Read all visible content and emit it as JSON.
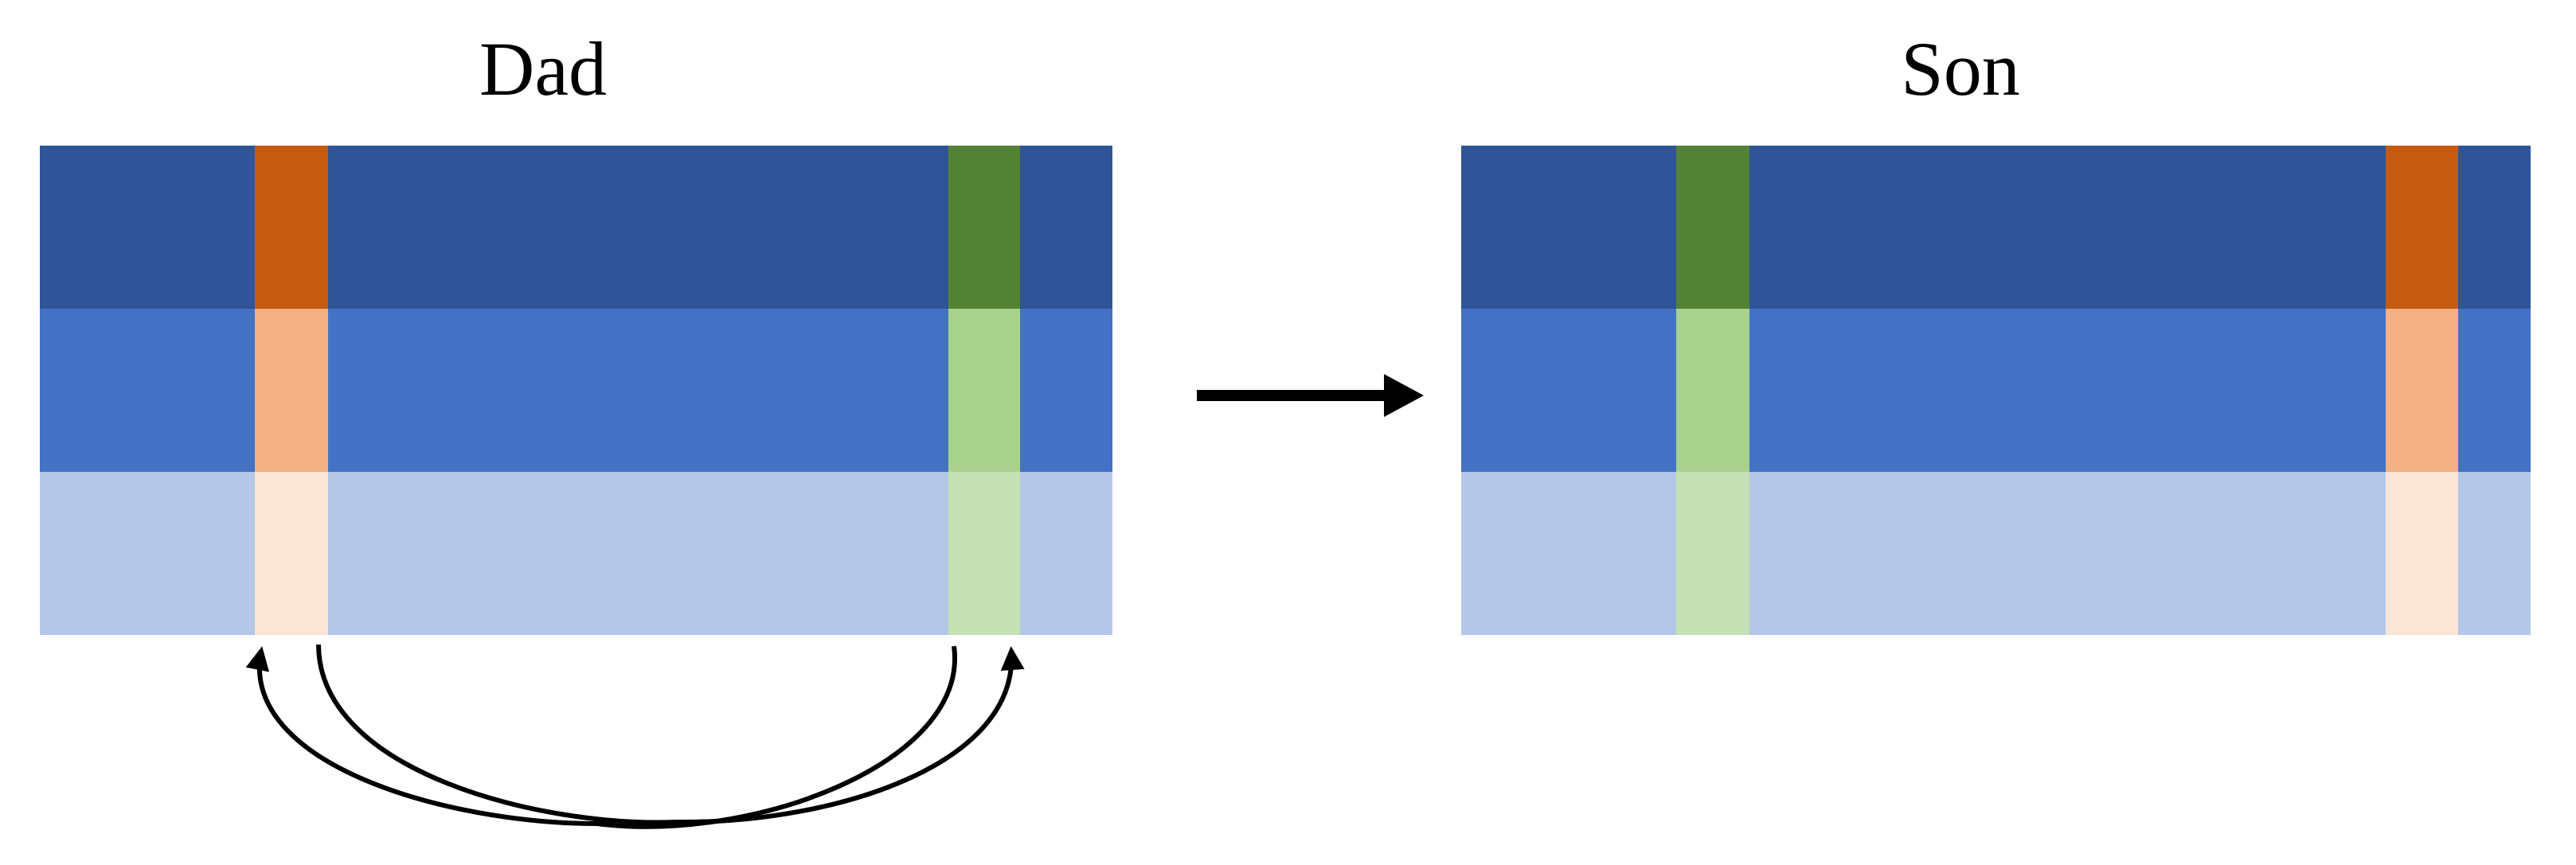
{
  "diagram": {
    "dad_label": "Dad",
    "son_label": "Son",
    "colors": {
      "blue_dark": "#2F5597",
      "blue_mid": "#4472C4",
      "blue_light": "#B4C7E7",
      "orange_dark": "#C55A11",
      "orange_mid": "#F4B183",
      "orange_light": "#FBE5D6",
      "green_dark": "#548235",
      "green_mid": "#A9D18E",
      "green_light": "#C5E0B4",
      "arrow": "#000000"
    },
    "dad_columns": [
      "orange",
      "green"
    ],
    "son_columns": [
      "green",
      "orange"
    ],
    "swap_arrows": 2,
    "transform_arrow": "right-arrow"
  }
}
